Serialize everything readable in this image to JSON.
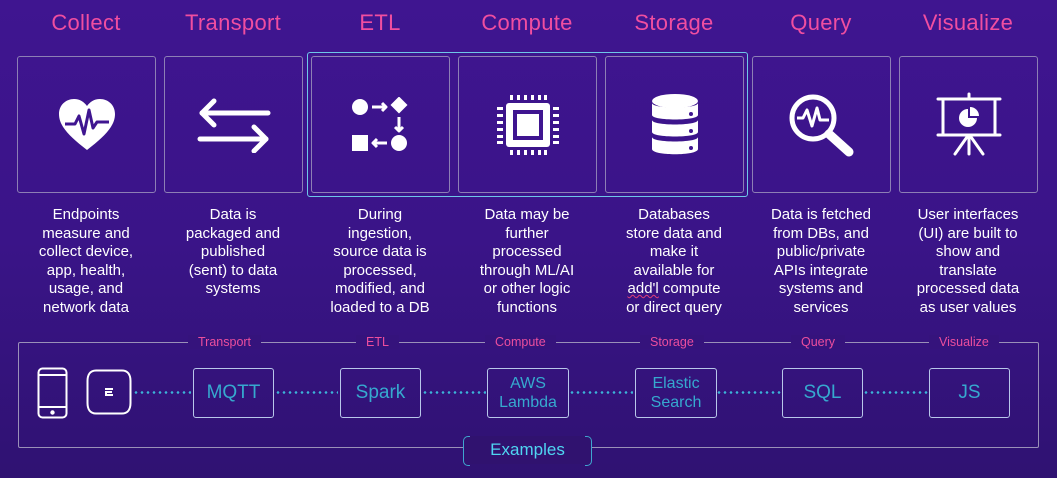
{
  "stages": [
    {
      "title": "Collect",
      "icon": "heart-pulse-icon",
      "description": [
        "Endpoints",
        "measure and",
        "collect device,",
        "app, health,",
        "usage, and",
        "network data"
      ]
    },
    {
      "title": "Transport",
      "icon": "exchange-arrows-icon",
      "description": [
        "Data is",
        "packaged and",
        "published",
        "(sent) to data",
        "systems"
      ]
    },
    {
      "title": "ETL",
      "icon": "workflow-icon",
      "description": [
        "During",
        "ingestion,",
        "source data is",
        "processed,",
        "modified, and",
        "loaded to a DB"
      ]
    },
    {
      "title": "Compute",
      "icon": "cpu-chip-icon",
      "description": [
        "Data may be",
        "further",
        "processed",
        "through ML/AI",
        "or other logic",
        "functions"
      ]
    },
    {
      "title": "Storage",
      "icon": "database-icon",
      "description": [
        "Databases",
        "store data and",
        "make it",
        "available for",
        "add'l compute",
        "or direct query"
      ]
    },
    {
      "title": "Query",
      "icon": "search-pulse-icon",
      "description": [
        "Data is fetched",
        "from DBs, and",
        "public/private",
        "APIs integrate",
        "systems and",
        "services"
      ]
    },
    {
      "title": "Visualize",
      "icon": "presentation-chart-icon",
      "description": [
        "User interfaces",
        "(UI) are built to",
        "show and",
        "translate",
        "processed data",
        "as user values"
      ]
    }
  ],
  "examples": {
    "label": "Examples",
    "endpoint_icons": [
      "smartphone-icon",
      "access-point-icon"
    ],
    "steps": [
      {
        "stage": "Transport",
        "tech": "MQTT"
      },
      {
        "stage": "ETL",
        "tech": "Spark"
      },
      {
        "stage": "Compute",
        "tech": "AWS Lambda"
      },
      {
        "stage": "Storage",
        "tech": "Elastic Search"
      },
      {
        "stage": "Query",
        "tech": "SQL"
      },
      {
        "stage": "Visualize",
        "tech": "JS"
      }
    ]
  },
  "colors": {
    "background": "#3f1590",
    "stage_title": "#f04ea0",
    "highlight_border": "#6fc6e8",
    "tech_text": "#36a9cf",
    "examples_text": "#4fd6f2"
  }
}
